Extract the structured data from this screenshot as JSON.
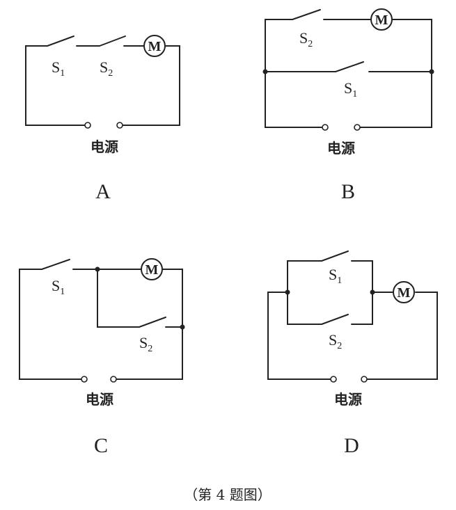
{
  "motor_label": "M",
  "source_label": "电源",
  "switch_letter": "S",
  "sub1": "1",
  "sub2": "2",
  "options": [
    "A",
    "B",
    "C",
    "D"
  ],
  "caption": "（第 4 题图）"
}
